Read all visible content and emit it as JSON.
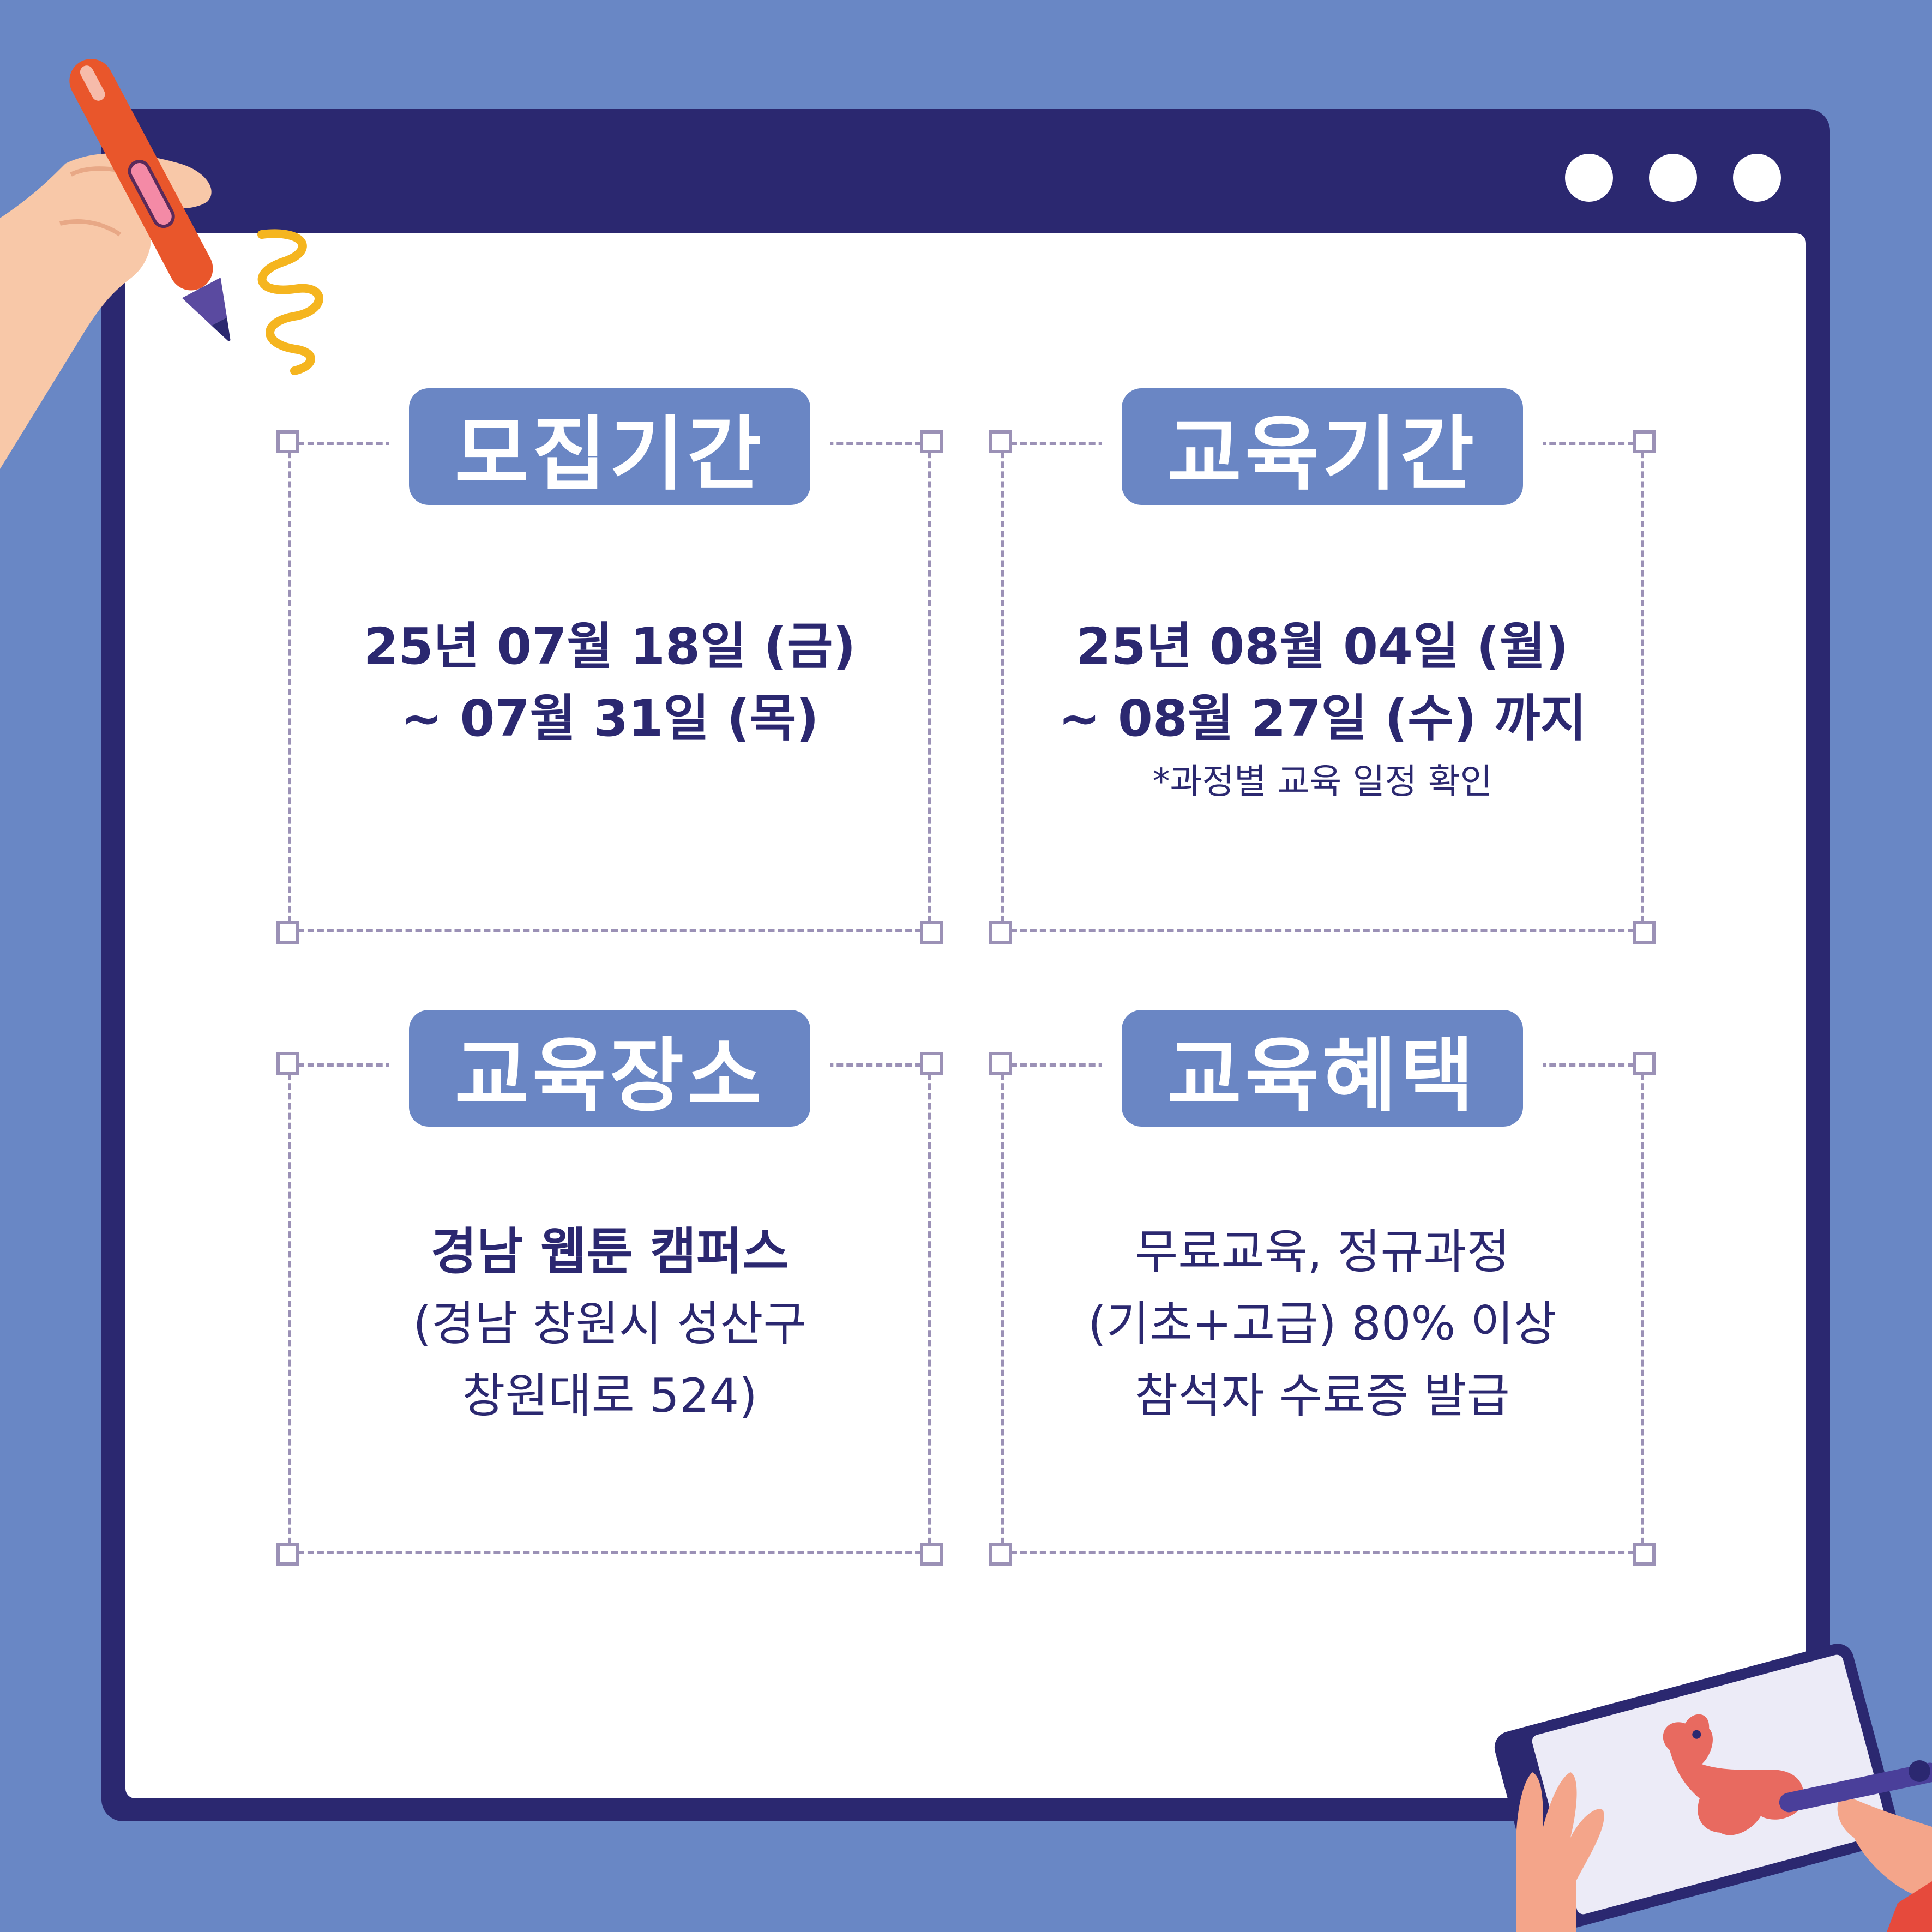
{
  "colors": {
    "background": "#6987c5",
    "window_frame": "#2b2870",
    "content": "#ffffff",
    "label_fill": "#6a86c4",
    "dash": "#9b91b6",
    "text": "#2b2870"
  },
  "window": {
    "dots": [
      "",
      "",
      ""
    ]
  },
  "panels": {
    "recruit": {
      "title": "모집기간",
      "lines": [
        "25년 07월 18일 (금)",
        "~ 07월 31일 (목)"
      ]
    },
    "period": {
      "title": "교육기간",
      "lines": [
        "25년 08월 04일 (월)",
        "~ 08월 27일 (수) 까지"
      ],
      "note": "*과정별 교육 일정 확인"
    },
    "place": {
      "title": "교육장소",
      "name": "경남 웹툰 캠퍼스",
      "address_lines": [
        "(경남 창원시 성산구",
        "창원대로 524)"
      ]
    },
    "benefit": {
      "title": "교육혜택",
      "lines": [
        "무료교육, 정규과정",
        "(기초+고급) 80% 이상",
        "참석자 수료증 발급"
      ]
    }
  },
  "icons": {
    "top_left": "hand-holding-pen-icon",
    "bottom_right": "hands-drawing-on-tablet-icon"
  }
}
